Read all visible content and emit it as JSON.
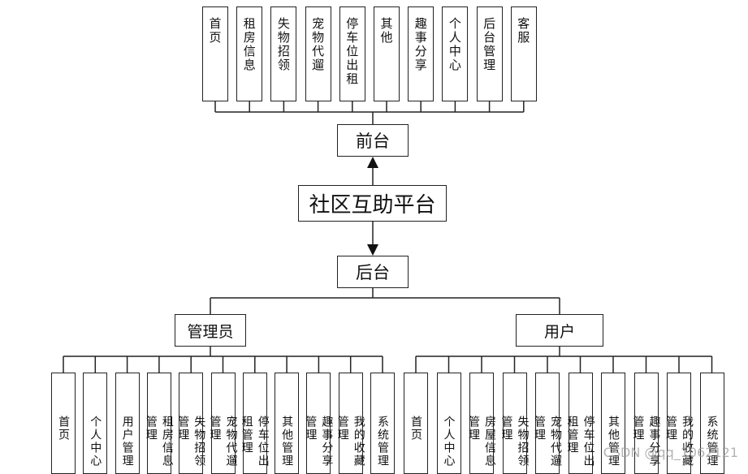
{
  "root": {
    "label": "社区互助平台"
  },
  "front": {
    "label": "前台",
    "items": [
      "首页",
      "租房信息",
      "失物招领",
      "宠物代遛",
      "停车位出租",
      "其他",
      "趣事分享",
      "个人中心",
      "后台管理",
      "客服"
    ]
  },
  "back": {
    "label": "后台",
    "admin": {
      "label": "管理员",
      "items": [
        "首页",
        "个人中心",
        "用户管理",
        "租房信息管理",
        "失物招领管理",
        "宠物代遛管理",
        "停车位出租管理",
        "其他管理",
        "趣事分享管理",
        "我的收藏管理",
        "系统管理"
      ]
    },
    "user": {
      "label": "用户",
      "items": [
        "首页",
        "个人中心",
        "房屋信息管理",
        "失物招领管理",
        "宠物代遛管理",
        "停车位出租管理",
        "其他管理",
        "趣事分享管理",
        "我的收藏管理",
        "系统管理"
      ]
    }
  },
  "watermark": "CSDN @qq_1062121"
}
